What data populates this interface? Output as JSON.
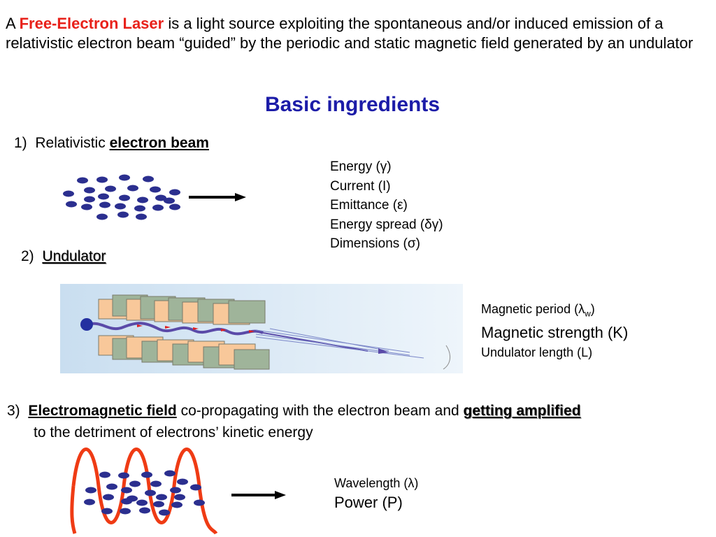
{
  "intro": {
    "prefix": "A ",
    "highlight": "Free-Electron Laser",
    "rest": " is a light source exploiting the spontaneous and/or induced emission of a relativistic electron beam “guided” by the periodic and static magnetic field generated by an undulator"
  },
  "heading": "Basic ingredients",
  "section1": {
    "number": "1)",
    "text": "Relativistic",
    "emph": "electron beam",
    "props": [
      "Energy (γ)",
      "Current (I)",
      "Emittance (ε)",
      "Energy spread (δγ)",
      "Dimensions (σ)"
    ]
  },
  "section2": {
    "number": "2)",
    "emph": "Undulator",
    "props": {
      "period_text": "Magnetic period (λ",
      "period_sub": "w",
      "period_close": ")",
      "strength": "Magnetic strength (K)",
      "length": "Undulator length (L)"
    }
  },
  "section3": {
    "number": "3)",
    "emph": "Electromagnetic field",
    "text": " co-propagating with the electron beam and ",
    "emph2": "getting amplified",
    "line2": "to the detriment of electrons’ kinetic energy",
    "props": [
      "Wavelength (λ)",
      "Power (P)"
    ]
  },
  "colors": {
    "heading": "#1c1ca8",
    "highlight": "#e8211a",
    "electron": "#2b2f8f",
    "wave": "#ef3b14",
    "magnet_orange": "#f8c89a",
    "magnet_green": "#9fb49a",
    "undulator_bg": "#d8e8f5"
  }
}
